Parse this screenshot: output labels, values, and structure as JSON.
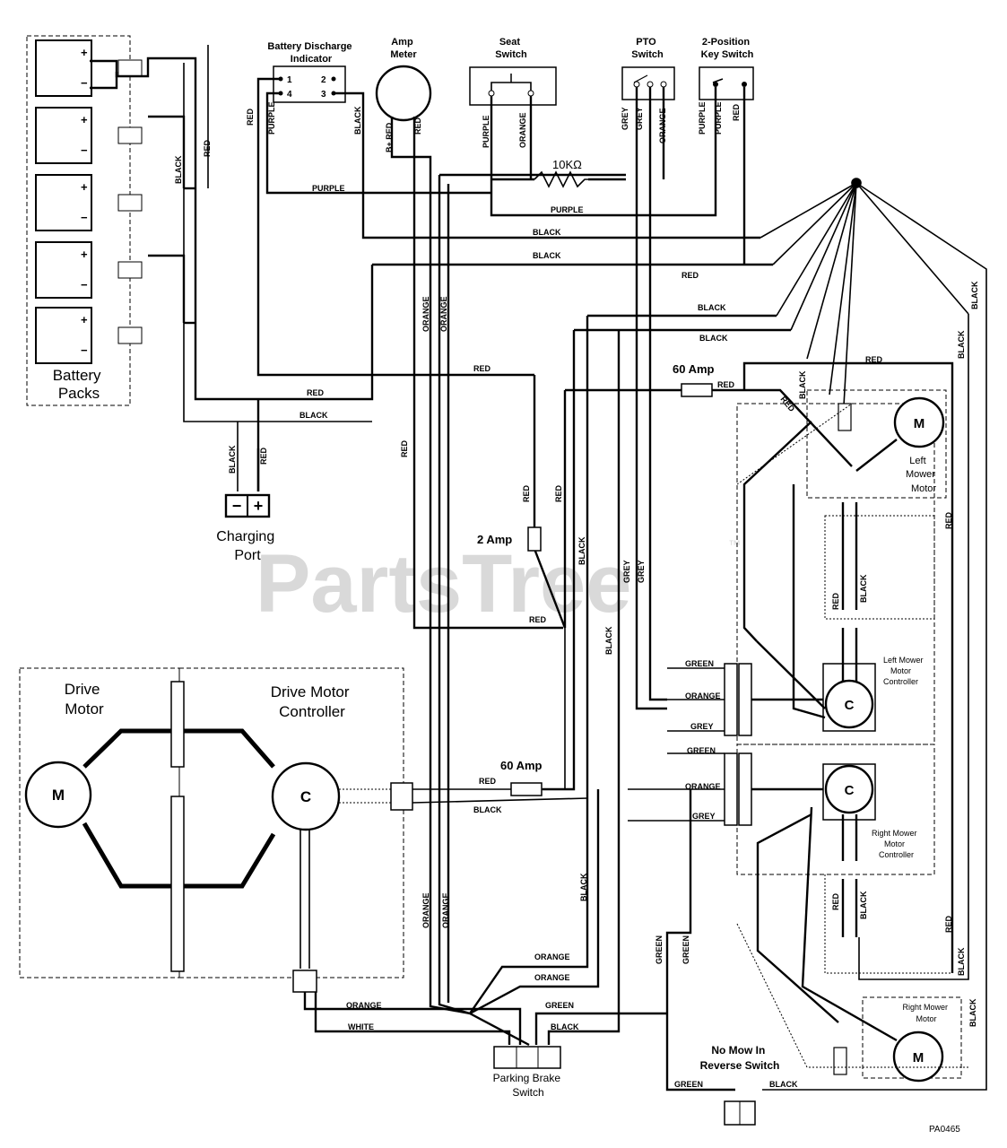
{
  "watermark": "PartsTree",
  "watermark_tm": "™",
  "drawing_id": "PA0465",
  "components": {
    "battery_discharge_indicator": "Battery Discharge\nIndicator",
    "amp_meter": "Amp\nMeter",
    "seat_switch": "Seat\nSwitch",
    "pto_switch": "PTO\nSwitch",
    "key_switch": "2-Position\nKey Switch",
    "battery_packs": "Battery\nPacks",
    "charging_port": "Charging\nPort",
    "drive_motor": "Drive\nMotor",
    "drive_motor_controller": "Drive Motor\nController",
    "left_mower_motor": "Left\nMower\nMotor",
    "left_mower_motor_controller": "Left Mower\nMotor\nController",
    "right_mower_motor_controller": "Right Mower\nMotor\nController",
    "right_mower_motor": "Right Mower\nMotor",
    "no_mow_switch": "No Mow In\nReverse Switch",
    "parking_brake_switch": "Parking Brake\nSwitch"
  },
  "parts": {
    "resistor": "10KΩ",
    "fuse_60a_top": "60 Amp",
    "fuse_2a": "2 Amp",
    "fuse_60a_bottom": "60 Amp",
    "motor_symbol": "M",
    "controller_symbol": "C",
    "plus": "+",
    "minus": "−",
    "indicator_pins": [
      "1",
      "2",
      "4",
      "3"
    ],
    "b_plus_red": "B+ RED"
  },
  "wire_colors": {
    "black": "BLACK",
    "red": "RED",
    "purple": "PURPLE",
    "orange": "ORANGE",
    "grey": "GREY",
    "green": "GREEN",
    "white": "WHITE"
  },
  "colors": {
    "wire": "#000000",
    "watermark": "#d6d6d6"
  }
}
